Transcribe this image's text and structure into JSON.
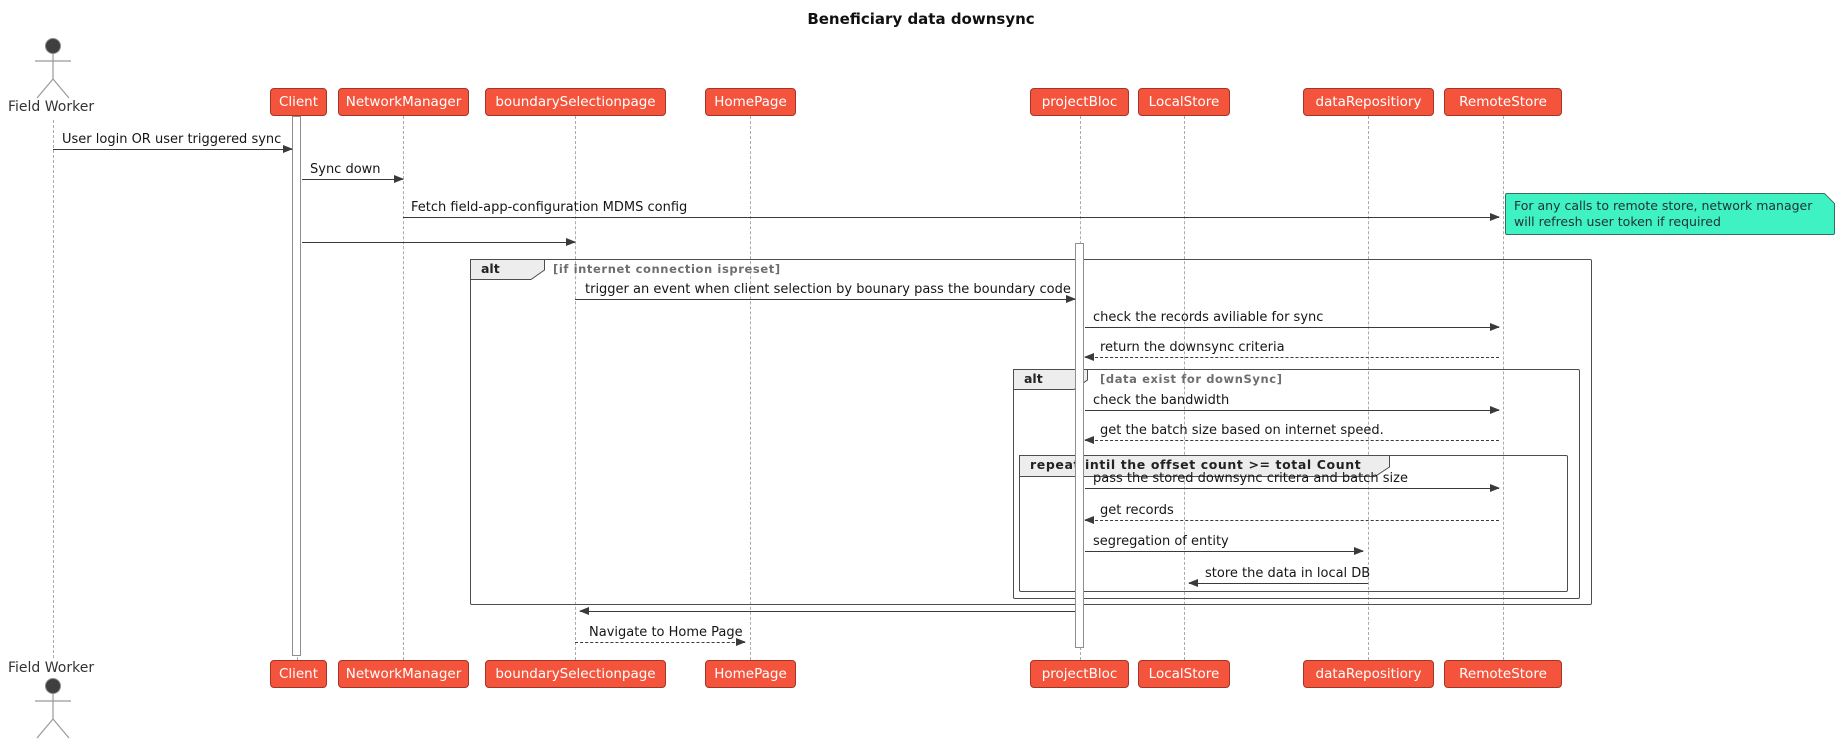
{
  "title": "Beneficiary data downsync",
  "actor": {
    "label": "Field Worker"
  },
  "participants": [
    {
      "id": "client",
      "label": "Client"
    },
    {
      "id": "network-manager",
      "label": "NetworkManager"
    },
    {
      "id": "boundary-selection-page",
      "label": "boundarySelectionpage"
    },
    {
      "id": "home-page",
      "label": "HomePage"
    },
    {
      "id": "project-bloc",
      "label": "projectBloc"
    },
    {
      "id": "local-store",
      "label": "LocalStore"
    },
    {
      "id": "data-repository",
      "label": "dataRepositiory"
    },
    {
      "id": "remote-store",
      "label": "RemoteStore"
    }
  ],
  "note": {
    "line1": "For any calls to remote store, network manager",
    "line2": "will refresh user token if required"
  },
  "frames": {
    "alt_outer": {
      "label": "alt",
      "condition": "[if internet connection ispreset]"
    },
    "alt_inner": {
      "label": "alt",
      "condition": "[data exist for downSync]"
    },
    "repeat": {
      "label": "repeat intil the offset  count >= total Count"
    }
  },
  "messages": [
    {
      "label": "User login OR user triggered sync",
      "from": "Field Worker",
      "to": "Client",
      "style": "solid"
    },
    {
      "label": "Sync down",
      "from": "Client",
      "to": "NetworkManager",
      "style": "solid"
    },
    {
      "label": "Fetch field-app-configuration MDMS config",
      "from": "NetworkManager",
      "to": "RemoteStore",
      "style": "solid"
    },
    {
      "label": "",
      "from": "Client",
      "to": "boundarySelectionpage",
      "style": "solid"
    },
    {
      "label": "trigger an event when client selection by bounary pass the boundary code",
      "from": "boundarySelectionpage",
      "to": "projectBloc",
      "style": "solid"
    },
    {
      "label": "check the records aviliable for sync",
      "from": "projectBloc",
      "to": "RemoteStore",
      "style": "solid"
    },
    {
      "label": "return the downsync criteria",
      "from": "RemoteStore",
      "to": "projectBloc",
      "style": "dashed"
    },
    {
      "label": "check the bandwidth",
      "from": "projectBloc",
      "to": "RemoteStore",
      "style": "solid"
    },
    {
      "label": "get the batch size based on internet speed.",
      "from": "RemoteStore",
      "to": "projectBloc",
      "style": "dashed"
    },
    {
      "label": "pass the stored downsync critera and batch size",
      "from": "projectBloc",
      "to": "RemoteStore",
      "style": "solid"
    },
    {
      "label": "get records",
      "from": "RemoteStore",
      "to": "projectBloc",
      "style": "dashed"
    },
    {
      "label": "segregation of entity",
      "from": "projectBloc",
      "to": "dataRepositiory",
      "style": "solid"
    },
    {
      "label": "store the data in local DB",
      "from": "dataRepositiory",
      "to": "LocalStore",
      "style": "solid"
    },
    {
      "label": "",
      "from": "projectBloc",
      "to": "boundarySelectionpage",
      "style": "solid"
    },
    {
      "label": "Navigate to Home Page",
      "from": "boundarySelectionpage",
      "to": "HomePage",
      "style": "dashed"
    }
  ],
  "colors": {
    "participant_fill": "#F4543C",
    "participant_border": "#A33426",
    "participant_text": "#FFFFFF",
    "note_fill": "#3FF2C3",
    "note_border": "#3A6E5C",
    "frame_border": "#4D4D4D",
    "lifeline": "#ABABAB",
    "arrow": "#3A3A3A",
    "condition_text": "#6E6E6E"
  }
}
